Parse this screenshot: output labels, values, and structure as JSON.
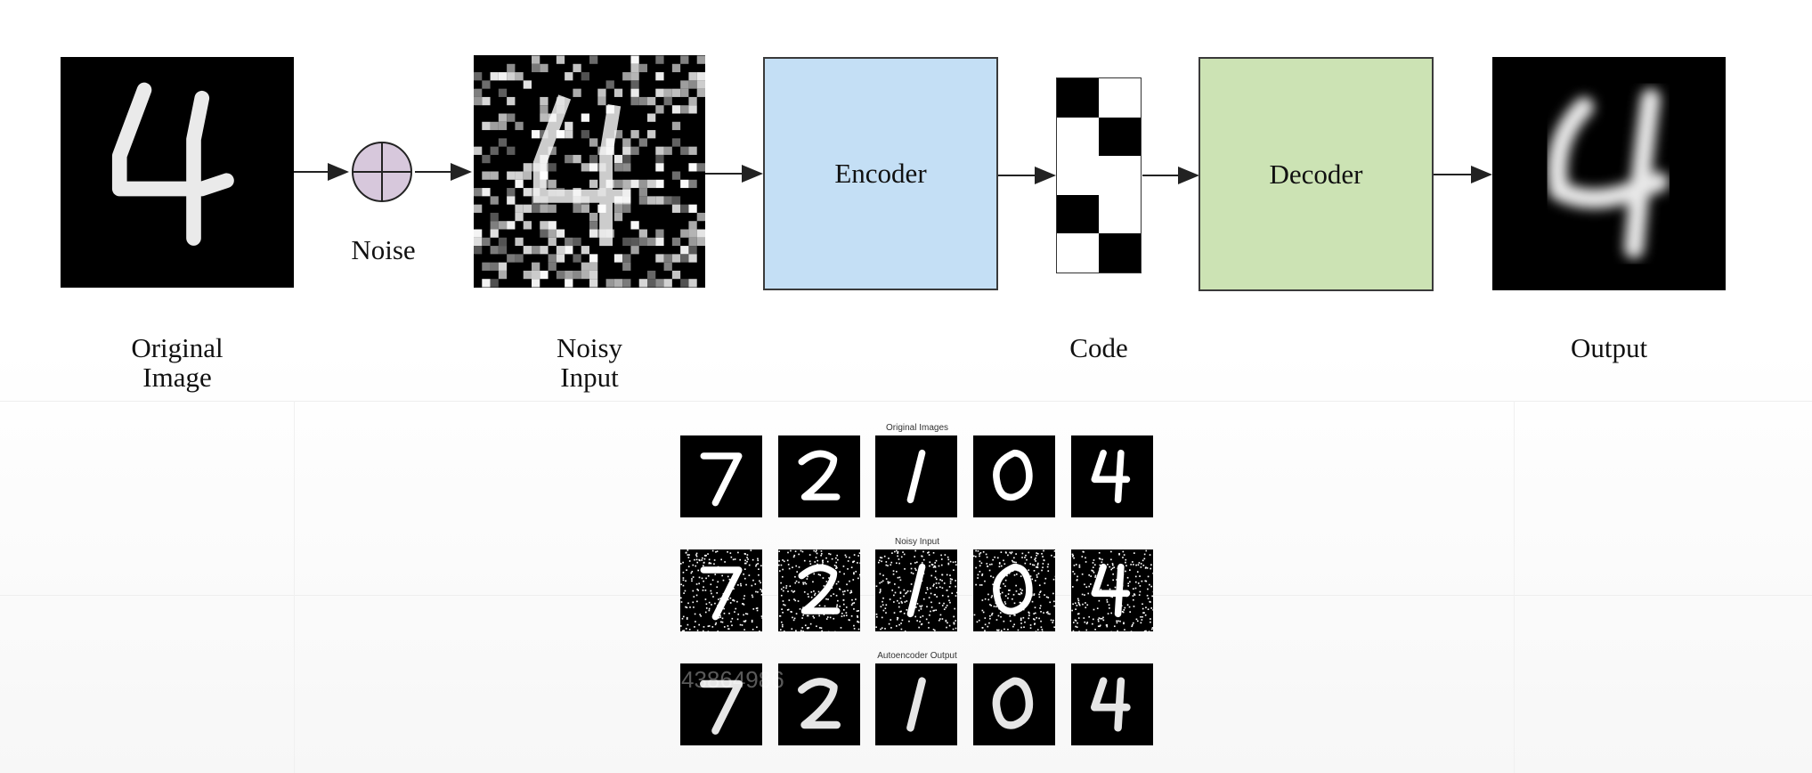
{
  "diagram": {
    "box_labels": {
      "encoder": "Encoder",
      "decoder": "Decoder"
    },
    "labels": {
      "noise": "Noise",
      "original_image": "Original\nImage",
      "noisy_input": "Noisy\nInput",
      "code": "Code",
      "output": "Output"
    },
    "colors": {
      "encoder_fill": "#c4dff5",
      "decoder_fill": "#cce3b4",
      "noise_fill": "#d7c8dc"
    },
    "code_cells": [
      1,
      0,
      0,
      1,
      0,
      0,
      1,
      0,
      0,
      1
    ]
  },
  "samples": {
    "titles": {
      "original": "Original Images",
      "noisy": "Noisy Input",
      "output": "Autoencoder Output"
    },
    "digits": [
      "7",
      "2",
      "1",
      "0",
      "4"
    ]
  },
  "watermark": "43864986"
}
